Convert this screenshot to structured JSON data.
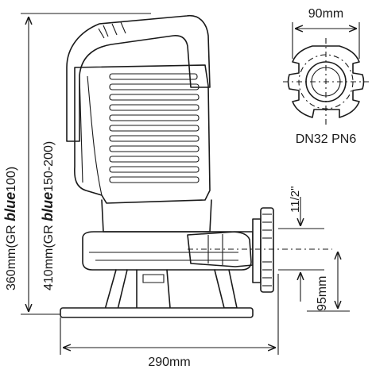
{
  "dimensions": {
    "top_width": "90mm",
    "flange_label": "DN32 PN6",
    "thread": "11/2\"",
    "outlet_height": "95mm",
    "base_width": "290mm",
    "height_a": {
      "value": "360mm(GR ",
      "brand": "blue",
      "suffix": "100)"
    },
    "height_b": {
      "value": "410mm(GR ",
      "brand": "blue",
      "suffix": "150-200)"
    }
  },
  "colors": {
    "ink": "#1a1a1a",
    "background": "#ffffff"
  }
}
